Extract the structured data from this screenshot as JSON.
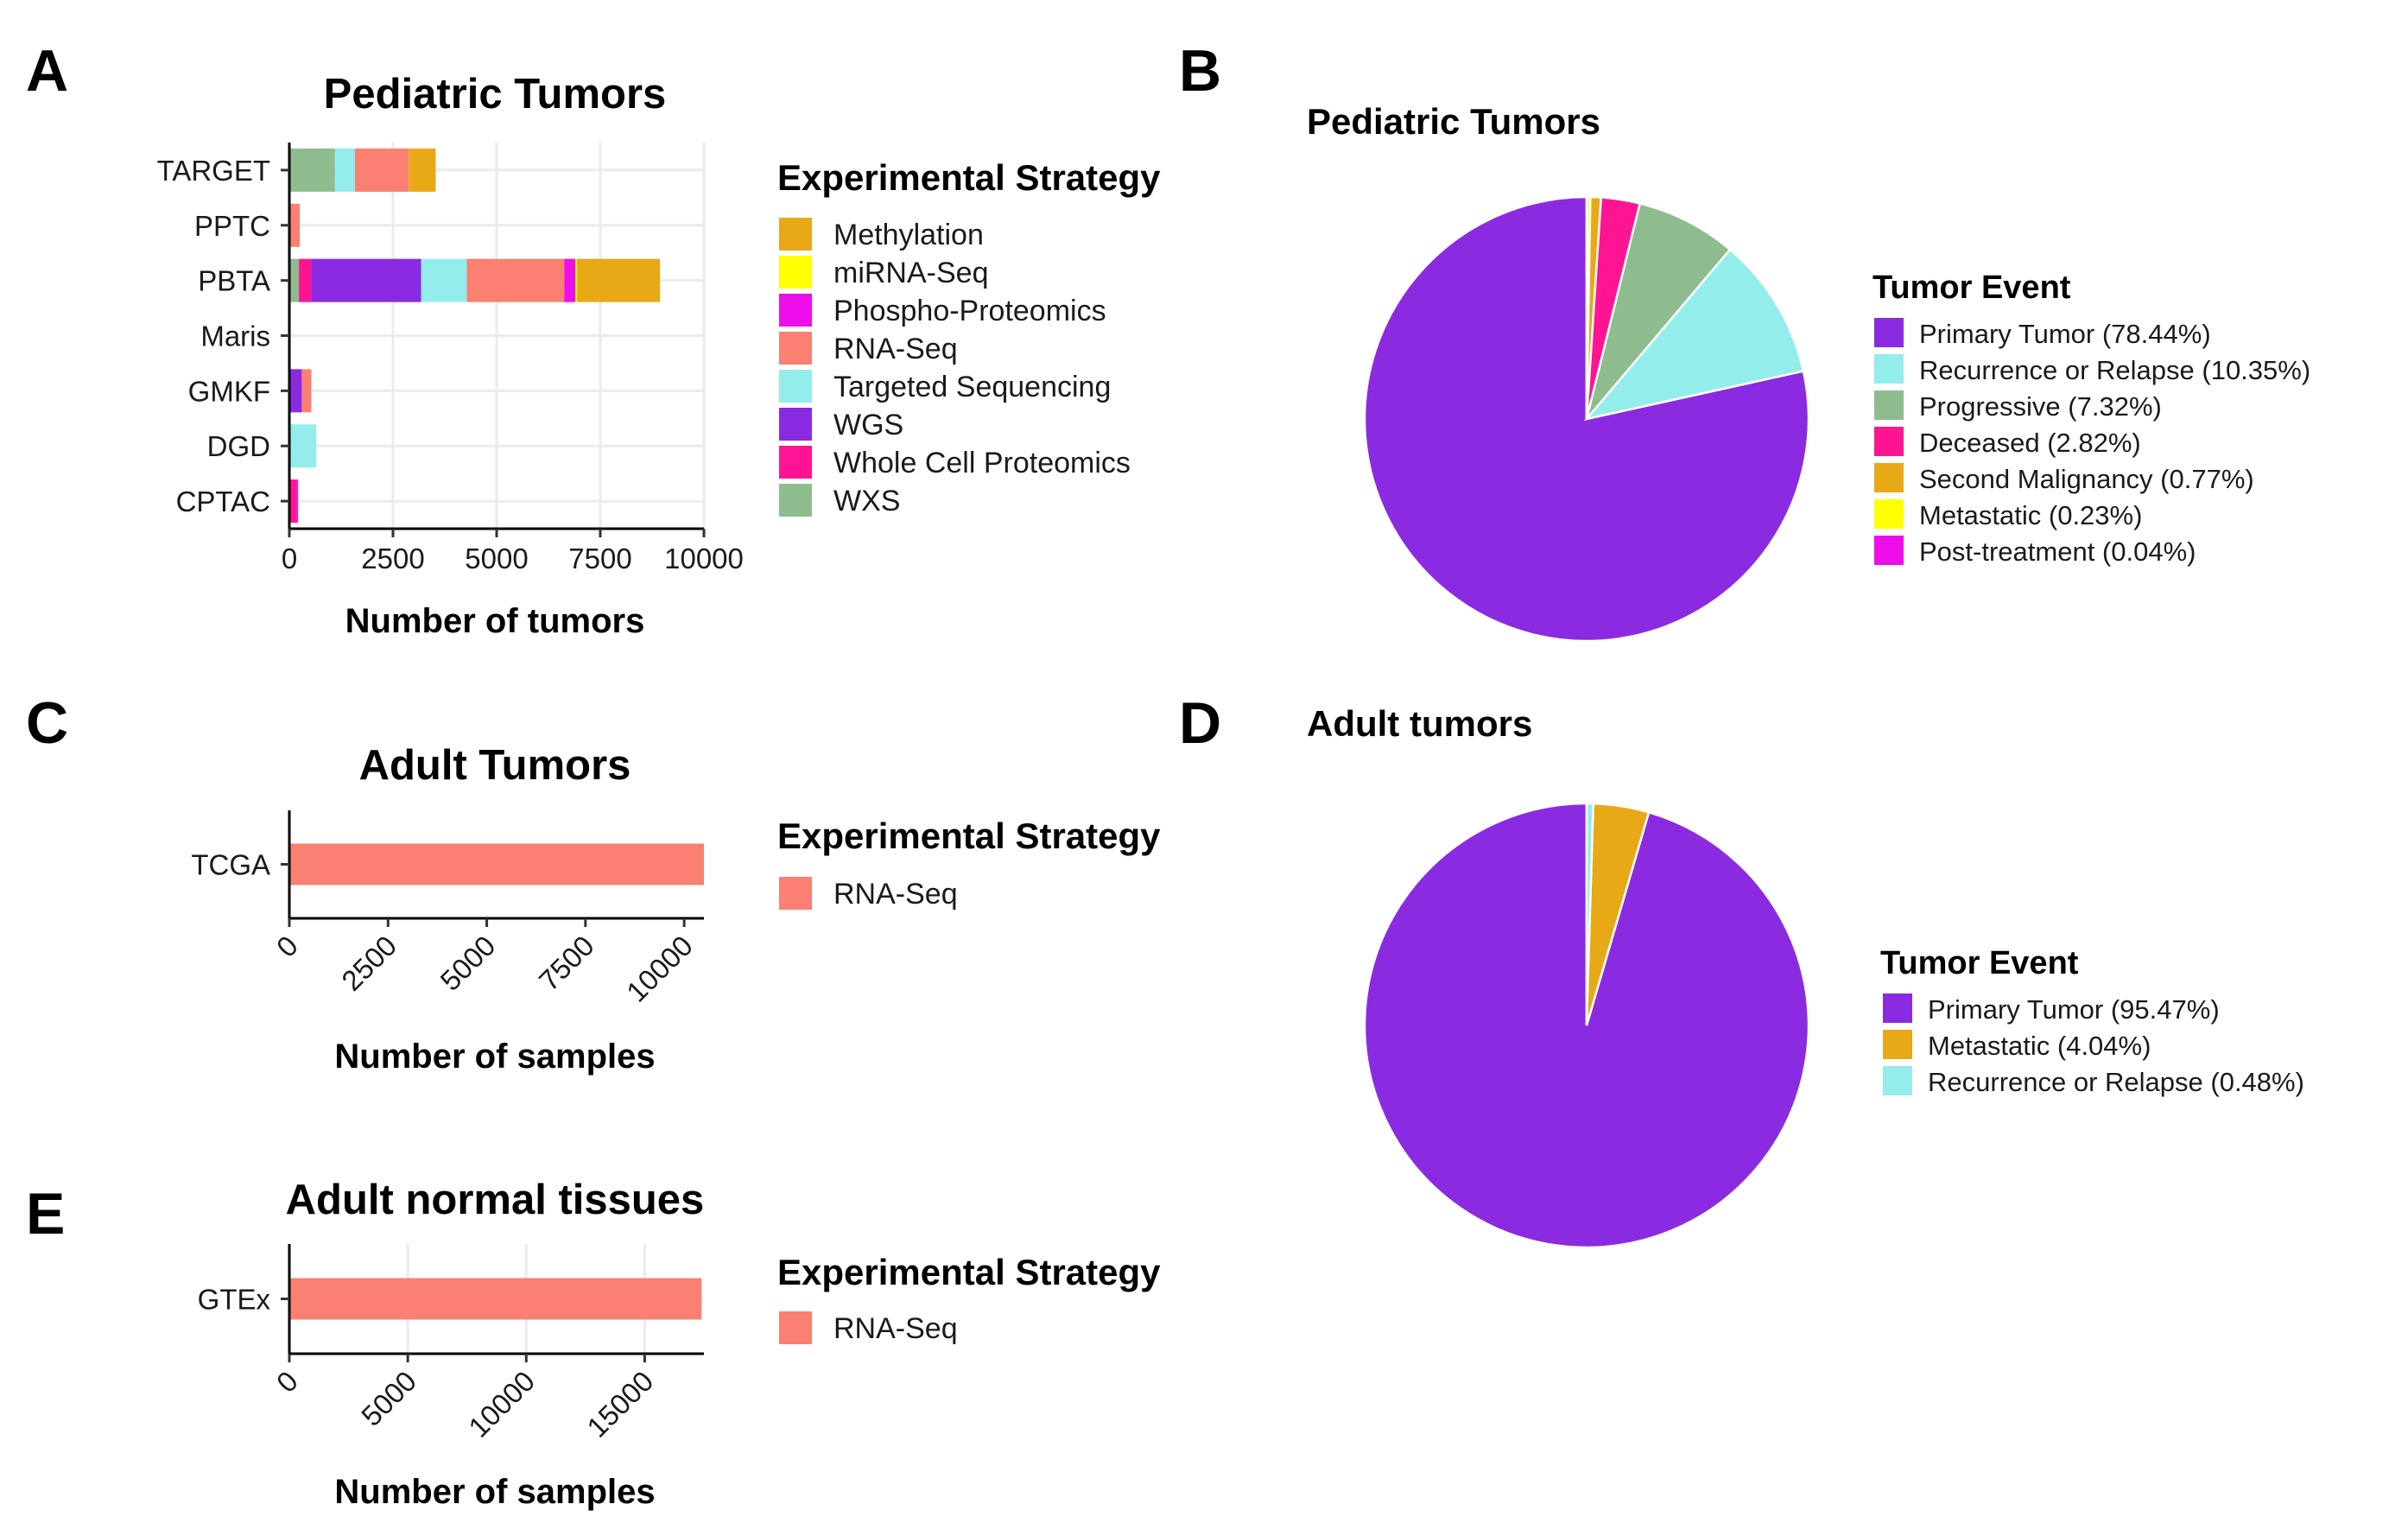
{
  "colors": {
    "Methylation": "#E8A917",
    "miRNA-Seq": "#FFFF00",
    "Phospho-Proteomics": "#EE0EE9",
    "RNA-Seq": "#FA8072",
    "Targeted Sequencing": "#93EDEB",
    "WGS": "#8A2BE2",
    "Whole Cell Proteomics": "#FF1493",
    "WXS": "#8FBC8F",
    "Primary Tumor": "#8A2BE2",
    "Recurrence or Relapse": "#93EDEB",
    "Progressive": "#8FBC8F",
    "Deceased": "#FF1493",
    "Second Malignancy": "#E8A917",
    "Metastatic": "#FFFF00",
    "Post-treatment": "#EE0EE9",
    "Metastatic_adult": "#E8A917",
    "Recurrence_adult": "#93EDEB",
    "grid": "#EBEBEB"
  },
  "panels": {
    "A": "A",
    "B": "B",
    "C": "C",
    "D": "D",
    "E": "E"
  },
  "chart_data": [
    {
      "id": "A",
      "type": "bar",
      "orientation": "horizontal",
      "stacked": true,
      "title": "Pediatric Tumors",
      "xlabel": "Number of tumors",
      "ylabel": "",
      "xlim": [
        0,
        10000
      ],
      "xticks": [
        "0",
        "2500",
        "5000",
        "7500",
        "10000"
      ],
      "xtick_values": [
        0,
        2500,
        5000,
        7500,
        10000
      ],
      "grid": true,
      "legend_title": "Experimental Strategy",
      "legend_position": "right",
      "legend_entries": [
        "Methylation",
        "miRNA-Seq",
        "Phospho-Proteomics",
        "RNA-Seq",
        "Targeted Sequencing",
        "WGS",
        "Whole Cell Proteomics",
        "WXS"
      ],
      "categories": [
        "TARGET",
        "PPTC",
        "PBTA",
        "Maris",
        "GMKF",
        "DGD",
        "CPTAC"
      ],
      "stack_order": [
        "WXS",
        "Whole Cell Proteomics",
        "WGS",
        "Targeted Sequencing",
        "RNA-Seq",
        "Phospho-Proteomics",
        "miRNA-Seq",
        "Methylation"
      ],
      "series": [
        {
          "name": "WXS",
          "values": [
            1100,
            0,
            230,
            0,
            0,
            0,
            0
          ]
        },
        {
          "name": "Whole Cell Proteomics",
          "values": [
            0,
            0,
            300,
            0,
            0,
            0,
            180
          ]
        },
        {
          "name": "WGS",
          "values": [
            0,
            0,
            2650,
            0,
            300,
            0,
            0
          ]
        },
        {
          "name": "Targeted Sequencing",
          "values": [
            480,
            0,
            1100,
            0,
            0,
            650,
            0
          ]
        },
        {
          "name": "RNA-Seq",
          "values": [
            1300,
            250,
            2350,
            30,
            230,
            0,
            0
          ]
        },
        {
          "name": "Phospho-Proteomics",
          "values": [
            0,
            0,
            270,
            0,
            0,
            0,
            30
          ]
        },
        {
          "name": "miRNA-Seq",
          "values": [
            0,
            0,
            40,
            0,
            0,
            0,
            0
          ]
        },
        {
          "name": "Methylation",
          "values": [
            650,
            0,
            2000,
            0,
            0,
            0,
            0
          ]
        }
      ]
    },
    {
      "id": "B",
      "type": "pie",
      "title": "Pediatric Tumors",
      "legend_title": "Tumor Event",
      "legend_position": "right",
      "slices": [
        {
          "name": "Primary Tumor",
          "label": "Primary Tumor (78.44%)",
          "value": 78.44,
          "color_key": "Primary Tumor"
        },
        {
          "name": "Recurrence or Relapse",
          "label": "Recurrence or Relapse (10.35%)",
          "value": 10.35,
          "color_key": "Recurrence or Relapse"
        },
        {
          "name": "Progressive",
          "label": "Progressive (7.32%)",
          "value": 7.32,
          "color_key": "Progressive"
        },
        {
          "name": "Deceased",
          "label": "Deceased (2.82%)",
          "value": 2.82,
          "color_key": "Deceased"
        },
        {
          "name": "Second Malignancy",
          "label": "Second Malignancy (0.77%)",
          "value": 0.77,
          "color_key": "Second Malignancy"
        },
        {
          "name": "Metastatic",
          "label": "Metastatic (0.23%)",
          "value": 0.23,
          "color_key": "Metastatic"
        },
        {
          "name": "Post-treatment",
          "label": "Post-treatment (0.04%)",
          "value": 0.04,
          "color_key": "Post-treatment"
        }
      ],
      "draw_order": [
        "Primary Tumor",
        "Recurrence or Relapse",
        "Progressive",
        "Deceased",
        "Second Malignancy",
        "Metastatic",
        "Post-treatment"
      ]
    },
    {
      "id": "C",
      "type": "bar",
      "orientation": "horizontal",
      "title": "Adult Tumors",
      "xlabel": "Number of samples",
      "xlim": [
        0,
        10500
      ],
      "xticks": [
        "0",
        "2500",
        "5000",
        "7500",
        "10000"
      ],
      "xtick_values": [
        0,
        2500,
        5000,
        7500,
        10000
      ],
      "grid": false,
      "legend_title": "Experimental Strategy",
      "legend_position": "right",
      "legend_entries": [
        "RNA-Seq"
      ],
      "categories": [
        "TCGA"
      ],
      "series": [
        {
          "name": "RNA-Seq",
          "values": [
            10500
          ]
        }
      ]
    },
    {
      "id": "D",
      "type": "pie",
      "title": "Adult tumors",
      "legend_title": "Tumor Event",
      "legend_position": "right",
      "slices": [
        {
          "name": "Primary Tumor",
          "label": "Primary Tumor (95.47%)",
          "value": 95.47,
          "color_key": "Primary Tumor"
        },
        {
          "name": "Metastatic",
          "label": "Metastatic (4.04%)",
          "value": 4.04,
          "color_key": "Metastatic_adult"
        },
        {
          "name": "Recurrence or Relapse",
          "label": "Recurrence or Relapse (0.48%)",
          "value": 0.48,
          "color_key": "Recurrence_adult"
        }
      ],
      "draw_order": [
        "Primary Tumor",
        "Metastatic",
        "Recurrence or Relapse"
      ]
    },
    {
      "id": "E",
      "type": "bar",
      "orientation": "horizontal",
      "title": "Adult normal tissues",
      "xlabel": "Number of samples",
      "xlim": [
        0,
        17500
      ],
      "xticks": [
        "0",
        "5000",
        "10000",
        "15000"
      ],
      "xtick_values": [
        0,
        5000,
        10000,
        15000
      ],
      "grid": true,
      "legend_title": "Experimental Strategy",
      "legend_position": "right",
      "legend_entries": [
        "RNA-Seq"
      ],
      "categories": [
        "GTEx"
      ],
      "series": [
        {
          "name": "RNA-Seq",
          "values": [
            17400
          ]
        }
      ]
    }
  ]
}
